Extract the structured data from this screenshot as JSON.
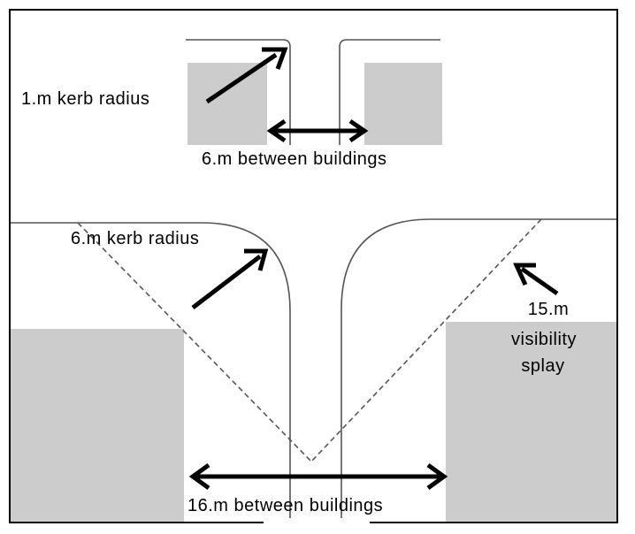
{
  "labels": {
    "top_kerb": "1.m kerb radius",
    "top_between": "6.m between buildings",
    "bottom_kerb": "6.m kerb radius",
    "splay_line1": "15.m",
    "splay_line2": "visibility",
    "splay_line3": "splay",
    "bottom_between": "16.m between buildings"
  },
  "colors": {
    "building": "#cccccc",
    "line": "#555555",
    "arrow": "#000000",
    "frame": "#000000"
  }
}
